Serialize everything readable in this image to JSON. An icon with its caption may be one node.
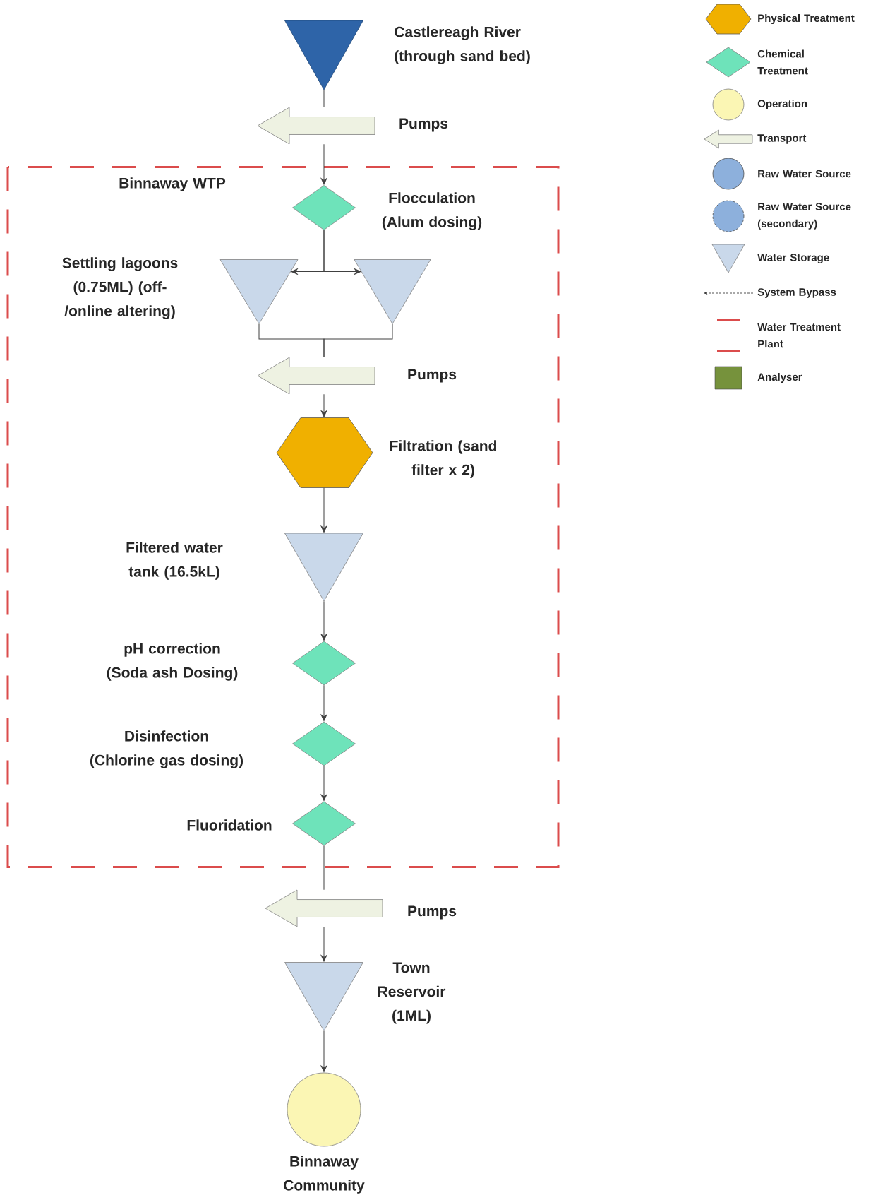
{
  "diagram": {
    "nodes": [
      {
        "text": [
          "Binnaway WTP"
        ]
      },
      {
        "text": [
          "Castlereagh River (through sand bed)"
        ]
      },
      {
        "text": [
          "Pumps"
        ]
      },
      {
        "text": [
          "Flocculation (Alum dosing)"
        ],
        "in": 0
      },
      {
        "text": [
          "Settling lagoons (0.75ML) (off-/online altering)"
        ],
        "in": 0
      },
      {
        "text": [],
        "shape": "triangle",
        "in": 0
      },
      {
        "text": [
          "Pumps"
        ],
        "in": 0
      },
      {
        "text": [
          "Filtration (sand filter x 2)"
        ],
        "in": 0
      },
      {
        "text": [
          "Filtered water tank (16.5kL)"
        ],
        "in": 0
      },
      {
        "text": [
          "pH correction (Soda ash Dosing)"
        ],
        "in": 0
      },
      {
        "text": [
          "Disinfection (Chlorine gas dosing)"
        ],
        "in": 0
      },
      {
        "text": [
          "Fluoridation"
        ],
        "in": 0
      },
      {
        "text": [
          "Pumps"
        ]
      },
      {
        "text": [
          "Town Reservoir (1ML)"
        ]
      },
      {
        "text": [
          "Binnaway Community"
        ]
      }
    ],
    "edges": [
      {
        "from": 1,
        "to": 2,
        "arrow": "none"
      },
      {
        "from": 2,
        "to": 3,
        "arrow": "to"
      },
      {
        "from": 3,
        "to": 4,
        "arrow": "to"
      },
      {
        "from": 3,
        "to": 5,
        "arrow": "to"
      },
      {
        "from": 4,
        "to": 6,
        "arrow": "none"
      },
      {
        "from": 5,
        "to": 6,
        "arrow": "none"
      },
      {
        "from": 6,
        "to": 7,
        "arrow": "to"
      },
      {
        "from": 7,
        "to": 8,
        "arrow": "to"
      },
      {
        "from": 8,
        "to": 9,
        "arrow": "to"
      },
      {
        "from": 9,
        "to": 10,
        "arrow": "to"
      },
      {
        "from": 10,
        "to": 11,
        "arrow": "to"
      },
      {
        "from": 11,
        "to": 12,
        "arrow": "none"
      },
      {
        "from": 12,
        "to": 13,
        "arrow": "to"
      },
      {
        "from": 13,
        "to": 14,
        "arrow": "to"
      }
    ],
    "legend": [
      {
        "text": "Physical Treatment"
      },
      {
        "text": "Chemical Treatment"
      },
      {
        "text": "Operation"
      },
      {
        "text": "Transport"
      },
      {
        "text": "Raw Water Source"
      },
      {
        "text": "Raw Water Source (secondary)"
      },
      {
        "text": "Water Storage"
      },
      {
        "text": "System Bypass"
      },
      {
        "text": "Water Treatment Plant"
      },
      {
        "text": "Analyser"
      }
    ]
  }
}
